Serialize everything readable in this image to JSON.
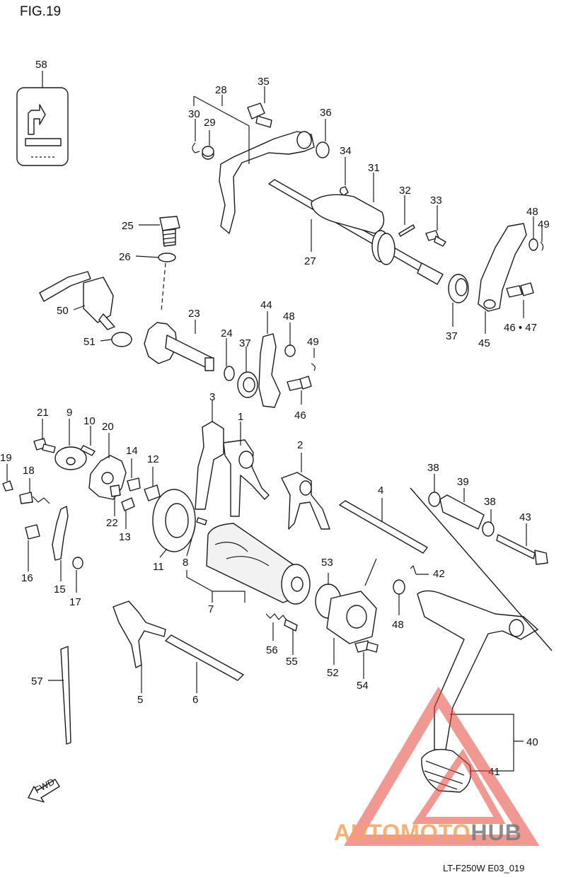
{
  "figure": {
    "title": "FIG.19",
    "code": "LT-F250W E03_019"
  },
  "watermark": {
    "brand_part1": "AUTOMOTO",
    "brand_part2": "HUB",
    "colors": {
      "triangle": "#e8453c",
      "text_orange": "#f6a35f",
      "text_grey": "#7a7a7a"
    }
  },
  "fwd_badge": {
    "label": "FWD"
  },
  "callouts": {
    "c1": "1",
    "c2": "2",
    "c3": "3",
    "c4": "4",
    "c5": "5",
    "c6": "6",
    "c7": "7",
    "c8": "8",
    "c9": "9",
    "c10": "10",
    "c11": "11",
    "c12": "12",
    "c13": "13",
    "c14": "14",
    "c15": "15",
    "c16": "16",
    "c17": "17",
    "c18": "18",
    "c19": "19",
    "c20": "20",
    "c21": "21",
    "c22": "22",
    "c23": "23",
    "c24": "24",
    "c25": "25",
    "c26": "26",
    "c27": "27",
    "c28": "28",
    "c29": "29",
    "c30": "30",
    "c31": "31",
    "c32": "32",
    "c33": "33",
    "c34": "34",
    "c35": "35",
    "c36": "36",
    "c37a": "37",
    "c37b": "37",
    "c38a": "38",
    "c38b": "38",
    "c39": "39",
    "c40": "40",
    "c41": "41",
    "c42": "42",
    "c43": "43",
    "c44": "44",
    "c45": "45",
    "c46a": "46",
    "c46b": "46 • 47",
    "c48a": "48",
    "c48b": "48",
    "c48c": "48",
    "c49a": "49",
    "c49b": "49",
    "c50": "50",
    "c51": "51",
    "c52": "52",
    "c53": "53",
    "c54": "54",
    "c55": "55",
    "c56": "56",
    "c57": "57",
    "c58": "58"
  }
}
